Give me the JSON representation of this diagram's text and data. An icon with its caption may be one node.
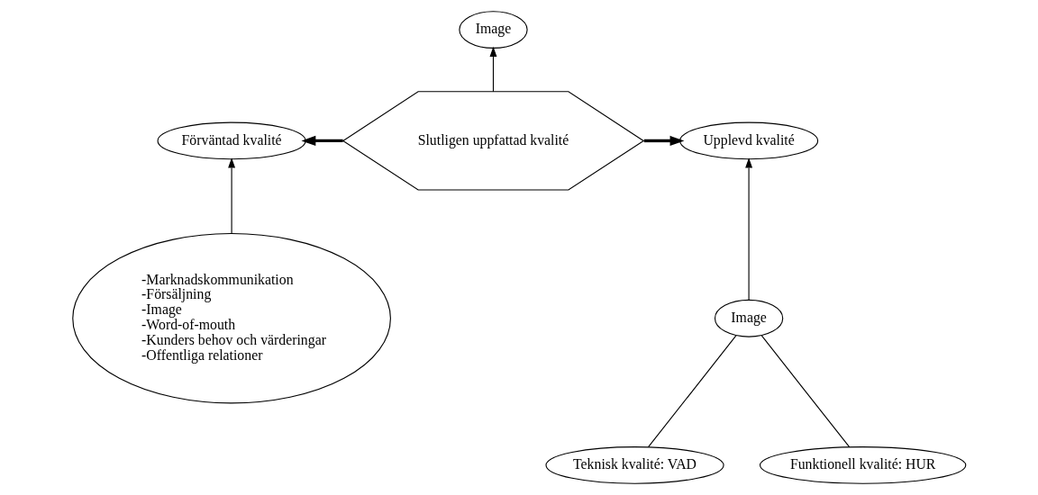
{
  "diagram": {
    "nodes": [
      {
        "text": [
          "Image"
        ]
      },
      {
        "text": [
          "Förväntad kvalité"
        ]
      },
      {
        "text": [
          "Slutligen uppfattad kvalité"
        ]
      },
      {
        "text": [
          "Upplevd kvalité"
        ]
      },
      {
        "text": [
          "-Marknadskommunikation",
          "-Försäljning",
          "-Image",
          "-Word-of-mouth",
          "-Kunders behov och värderingar",
          "-Offentliga relationer"
        ]
      },
      {
        "text": [
          "Image"
        ]
      },
      {
        "text": [
          "Teknisk kvalité: VAD"
        ]
      },
      {
        "text": [
          "Funktionell kvalité: HUR"
        ]
      }
    ],
    "edges": [
      {
        "from": 2,
        "to": 0,
        "arrow": "to"
      },
      {
        "from": 2,
        "to": 1,
        "arrow": "to",
        "style": "thick"
      },
      {
        "from": 2,
        "to": 3,
        "arrow": "to",
        "style": "thick"
      },
      {
        "from": 4,
        "to": 1,
        "arrow": "to"
      },
      {
        "from": 5,
        "to": 3,
        "arrow": "to"
      },
      {
        "from": 6,
        "to": 5,
        "arrow": "none"
      },
      {
        "from": 7,
        "to": 5,
        "arrow": "none"
      }
    ]
  }
}
